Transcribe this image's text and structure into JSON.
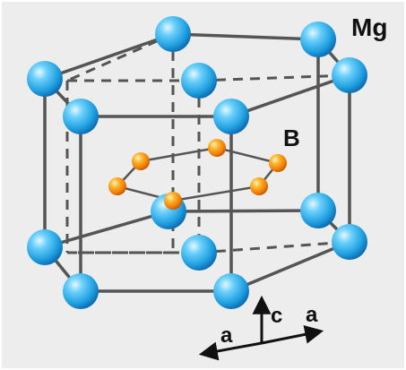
{
  "labels": {
    "mg": "Mg",
    "b": "B",
    "axis_c": "c",
    "axis_a_left": "a",
    "axis_a_right": "a"
  },
  "colors": {
    "background": "#ededed",
    "bond": "#555555",
    "mg_atom": "#29a9e6",
    "b_atom": "#f08c10",
    "text": "#111111"
  }
}
